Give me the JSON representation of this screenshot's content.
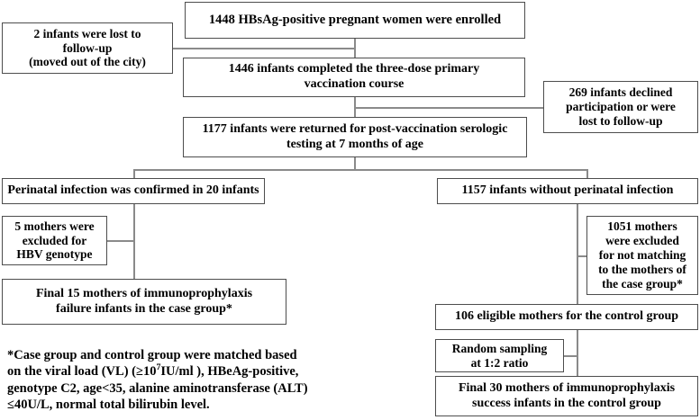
{
  "diagram": {
    "title": "HBsAg-positive pregnant women study flow diagram",
    "type": "flowchart",
    "colors": {
      "box_border": "#4d4d4d",
      "connector": "#8a8a8a",
      "background": "#ffffff",
      "text": "#000000"
    },
    "nodes": {
      "enrolled": {
        "label": "1448 HBsAg-positive pregnant women were enrolled",
        "count": 1448
      },
      "lost_followup": {
        "line1": "2 infants were lost to",
        "line2": "follow-up",
        "line3": "(moved out of the city)",
        "count": 2
      },
      "vaccinated": {
        "line1": "1446 infants completed the three-dose primary",
        "line2": "vaccination course",
        "count": 1446
      },
      "declined": {
        "line1": "269 infants declined",
        "line2": "participation or were",
        "line3": "lost to follow-up",
        "count": 269
      },
      "serologic": {
        "line1": "1177 infants were returned for post-vaccination serologic",
        "line2": "testing at 7 months of age",
        "count": 1177
      },
      "perinatal_infection": {
        "label": "Perinatal infection was confirmed in 20 infants",
        "count": 20
      },
      "no_perinatal_infection": {
        "label": "1157 infants without perinatal infection",
        "count": 1157
      },
      "excluded_hbv": {
        "line1": "5 mothers were",
        "line2": "excluded for",
        "line3": "HBV genotype",
        "count": 5
      },
      "excluded_unmatched": {
        "line1": "1051 mothers",
        "line2": "were excluded",
        "line3": "for not matching",
        "line4": "to the mothers of",
        "line5": "the case group*",
        "count": 1051
      },
      "case_group_final": {
        "line1": "Final 15 mothers of immunoprophylaxis",
        "line2": "failure infants in the case group*",
        "count": 15
      },
      "eligible_control": {
        "label": "106 eligible mothers for the control group",
        "count": 106
      },
      "random_sampling": {
        "line1": "Random sampling",
        "line2": "at 1:2 ratio",
        "ratio": "1:2"
      },
      "control_group_final": {
        "line1": "Final 30 mothers of immunoprophylaxis",
        "line2": "success infants in the control group",
        "count": 30
      }
    },
    "footnote": {
      "line1": "*Case group and control group were matched based",
      "line2_a": "on the viral load (VL) (≥10",
      "line2_sup": "7",
      "line2_b": "IU/ml ), HBeAg-positive,",
      "line3": "genotype C2, age<35, alanine aminotransferase (ALT)",
      "line4": "≤40U/L, normal total bilirubin level."
    }
  }
}
